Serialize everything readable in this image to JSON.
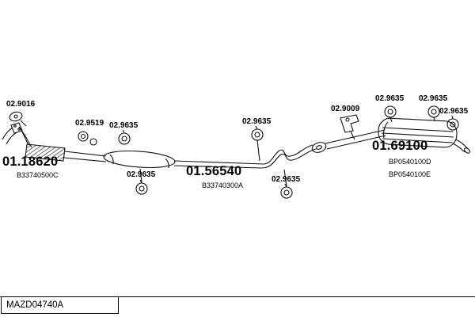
{
  "footer": {
    "code": "MAZD04740A"
  },
  "assemblies": {
    "front_pipe": {
      "number": "01.18620",
      "code": "B33740500C"
    },
    "middle_silencer": {
      "number": "01.56540",
      "code": "B33740300A"
    },
    "rear_silencer": {
      "number": "01.69100",
      "code_top": "BP0540100D",
      "code_bottom": "BP0540100E"
    }
  },
  "small_part_labels": [
    "02.9016",
    "02.9519",
    "02.9635",
    "02.9635",
    "02.9635",
    "02.9635",
    "02.9009",
    "02.9635",
    "02.9635",
    "02.9635"
  ],
  "colors": {
    "line": "#111111",
    "background": "#ffffff"
  }
}
